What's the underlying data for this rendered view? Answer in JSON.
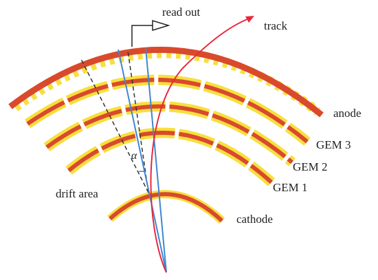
{
  "labels": {
    "read_out": "read out",
    "track": "track",
    "anode": "anode",
    "gem3": "GEM 3",
    "gem2": "GEM 2",
    "gem1": "GEM 1",
    "drift_area": "drift area",
    "cathode": "cathode",
    "alpha": "α"
  },
  "colors": {
    "electrode": "#d94a2c",
    "foil": "#f7df3f",
    "track": "#e8283a",
    "blue_line": "#3f86d4",
    "dashed_line": "#333333"
  },
  "icons": {
    "readout_pad": "arrow-right-icon"
  }
}
